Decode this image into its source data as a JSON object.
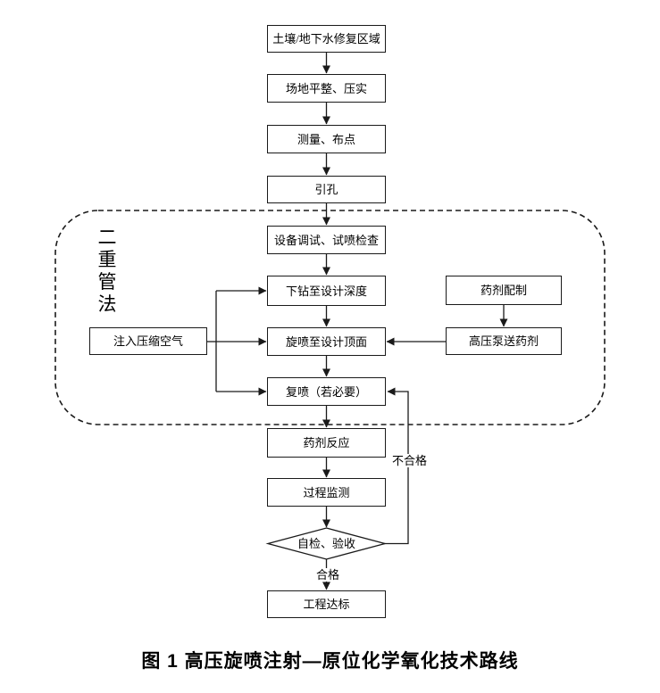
{
  "figure": {
    "caption": "图 1 高压旋喷注射—原位化学氧化技术路线",
    "region_label": "二重管法",
    "edge_labels": {
      "fail": "不合格",
      "pass": "合格"
    },
    "nodes": {
      "soil_area": "土壤/地下水修复区域",
      "site_leveling": "场地平整、压实",
      "survey_layout": "测量、布点",
      "pilot_hole": "引孔",
      "equipment_debug": "设备调试、试喷检查",
      "drill_to_depth": "下钻至设计深度",
      "jet_to_top": "旋喷至设计顶面",
      "respray": "复喷（若必要）",
      "inject_air": "注入压缩空气",
      "agent_prep": "药剂配制",
      "pump_agent": "高压泵送药剂",
      "agent_reaction": "药剂反应",
      "process_monitor": "过程监测",
      "self_check": "自检、验收",
      "project_standard": "工程达标"
    },
    "colors": {
      "line": "#1a1a1a",
      "background": "#ffffff",
      "text": "#000000"
    }
  }
}
